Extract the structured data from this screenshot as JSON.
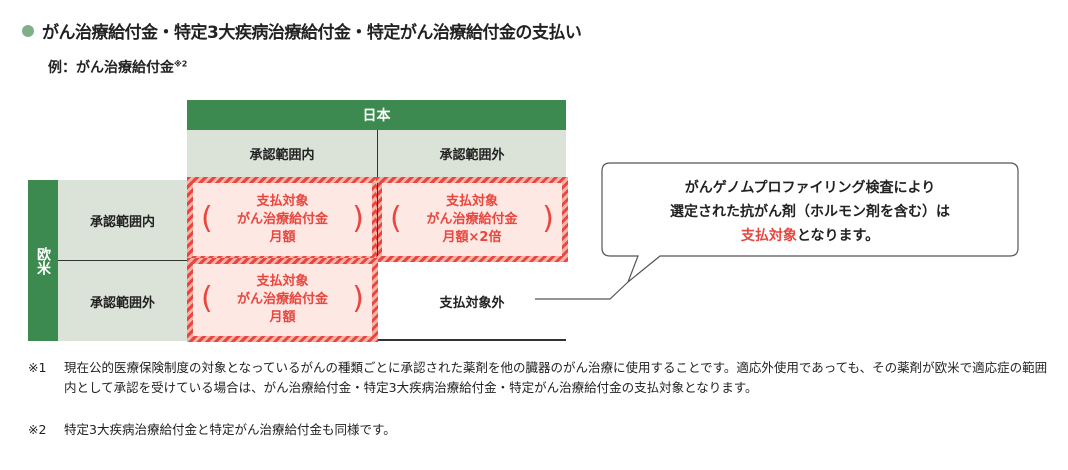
{
  "title": "がん治療給付金・特定3大疾病治療給付金・特定がん治療給付金の支払い",
  "subtitle": "例：がん治療給付金",
  "subtitle_note": "※2",
  "table": {
    "japan": "日本",
    "western": "欧米",
    "col_headers": [
      "承認範囲内",
      "承認範囲外"
    ],
    "row_headers": [
      "承認範囲内",
      "承認範囲外"
    ],
    "cells": [
      {
        "line1": "支払対象",
        "line2": "がん治療給付金",
        "line3": "月額"
      },
      {
        "line1": "支払対象",
        "line2": "がん治療給付金",
        "line3": "月額×2倍"
      },
      {
        "line1": "支払対象",
        "line2": "がん治療給付金",
        "line3": "月額"
      }
    ],
    "not_covered": "支払対象外"
  },
  "callout": {
    "line1": "がんゲノムプロファイリング検査により",
    "line2": "選定された抗がん剤（ホルモン剤を含む）は",
    "highlight": "支払対象",
    "rest": "となります。"
  },
  "notes": [
    {
      "mark": "※1",
      "text": "現在公的医療保険制度の対象となっているがんの種類ごとに承認された薬剤を他の臓器のがん治療に使用することです。適応外使用であっても、その薬剤が欧米で適応症の範囲内として承認を受けている場合は、がん治療給付金・特定3大疾病治療給付金・特定がん治療給付金の支払対象となります。"
    },
    {
      "mark": "※2",
      "text": "特定3大疾病治療給付金と特定がん治療給付金も同様です。"
    }
  ],
  "colors": {
    "green": "#3c8a4f",
    "red": "#e8463e",
    "gray": "#dbe3d8"
  }
}
